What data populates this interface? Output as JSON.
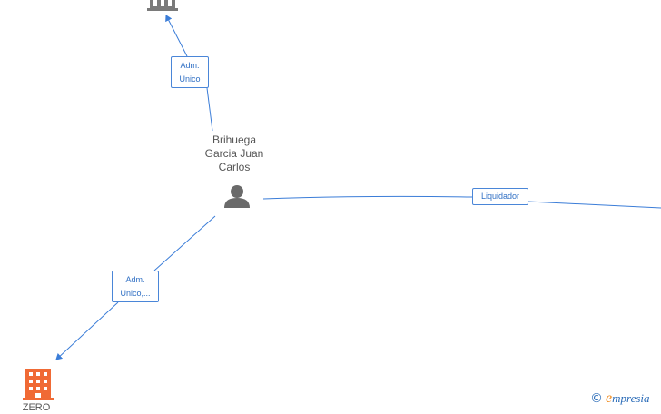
{
  "nodes": {
    "person": {
      "name_lines": [
        "Brihuega",
        "Garcia Juan",
        "Carlos"
      ],
      "icon": "person-icon",
      "color": "#6a6a6a"
    },
    "company_top": {
      "icon": "building-icon",
      "color": "#7a7a7a"
    },
    "company_bottom": {
      "name": "ZERO",
      "icon": "building-icon",
      "color": "#f06a35"
    }
  },
  "edges": {
    "adm_unico": {
      "label_lines": [
        "Adm.",
        "Unico"
      ]
    },
    "liquidador": {
      "label": "Liquidador"
    },
    "adm_unico_2": {
      "label_lines": [
        "Adm.",
        "Unico,..."
      ]
    }
  },
  "colors": {
    "edge": "#3b7dd8",
    "label_text": "#2f6fc4"
  },
  "brand": {
    "copyright_symbol": "©",
    "first_letter": "e",
    "name_rest": "mpresia"
  }
}
